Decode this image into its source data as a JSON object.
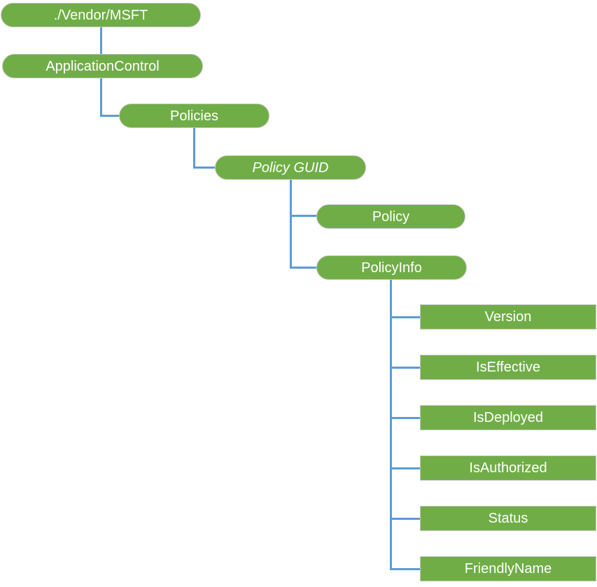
{
  "diagram": {
    "description": "ApplicationControl CSP node tree",
    "colors": {
      "node_fill": "#70AD47",
      "node_border": "#C8C6C4",
      "connector": "#5B9BD5",
      "text": "#FFFFFF"
    },
    "nodes": [
      {
        "label": "./Vendor/MSFT",
        "shape": "pill",
        "italic": false
      },
      {
        "label": "ApplicationControl",
        "shape": "pill",
        "italic": false
      },
      {
        "label": "Policies",
        "shape": "pill",
        "italic": false
      },
      {
        "label": "Policy GUID",
        "shape": "pill",
        "italic": true
      },
      {
        "label": "Policy",
        "shape": "pill",
        "italic": false
      },
      {
        "label": "PolicyInfo",
        "shape": "pill",
        "italic": false
      },
      {
        "label": "Version",
        "shape": "rect",
        "italic": false
      },
      {
        "label": "IsEffective",
        "shape": "rect",
        "italic": false
      },
      {
        "label": "IsDeployed",
        "shape": "rect",
        "italic": false
      },
      {
        "label": "IsAuthorized",
        "shape": "rect",
        "italic": false
      },
      {
        "label": "Status",
        "shape": "rect",
        "italic": false
      },
      {
        "label": "FriendlyName",
        "shape": "rect",
        "italic": false
      }
    ]
  }
}
